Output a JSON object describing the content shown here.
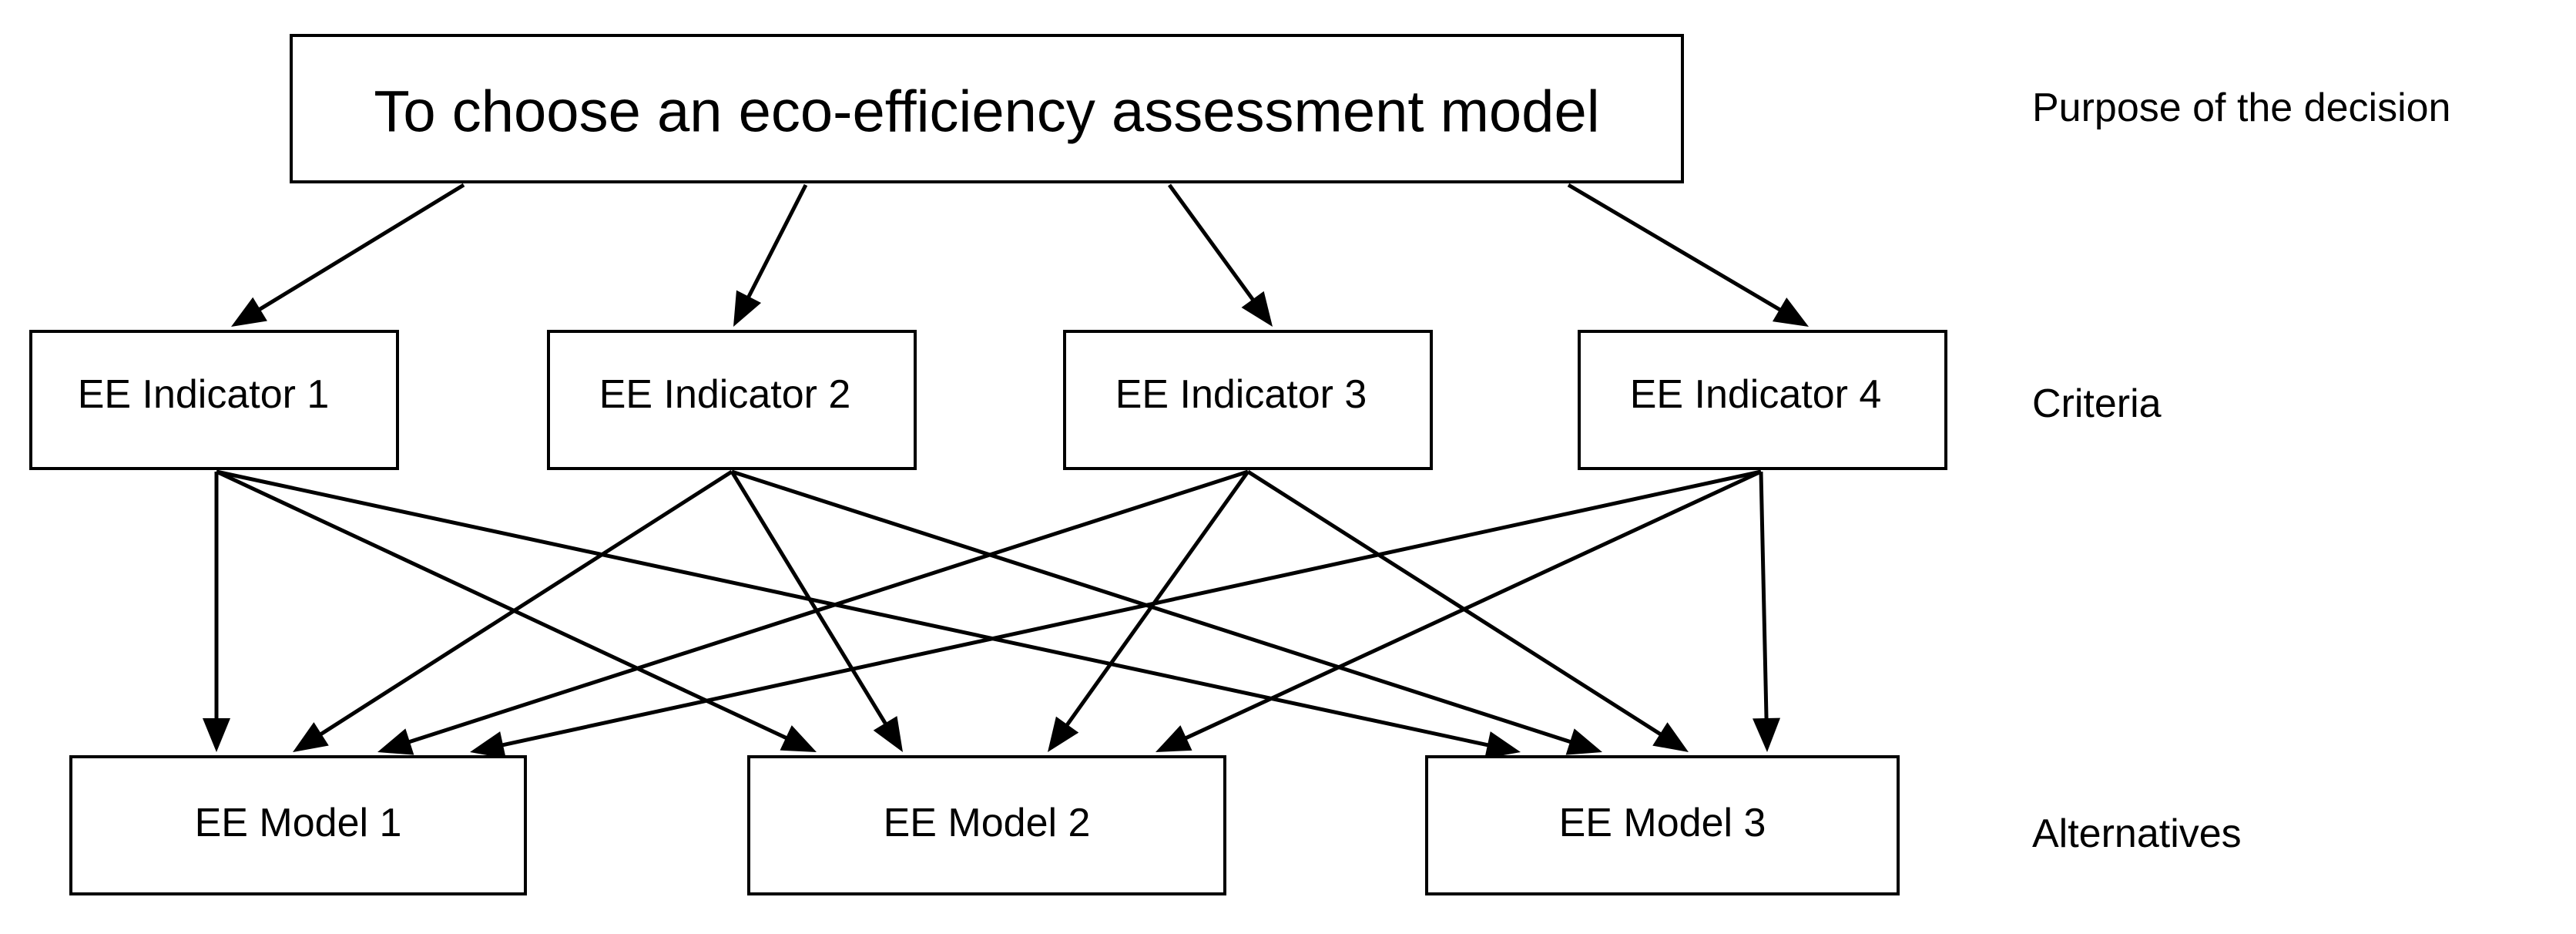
{
  "goal": {
    "label": "To choose an eco-efficiency assessment model"
  },
  "criteria": [
    {
      "label": "EE Indicator 1"
    },
    {
      "label": "EE Indicator 2"
    },
    {
      "label": "EE Indicator 3"
    },
    {
      "label": "EE Indicator 4"
    }
  ],
  "alternatives": [
    {
      "label": "EE Model 1"
    },
    {
      "label": "EE Model 2"
    },
    {
      "label": "EE Model 3"
    }
  ],
  "level_labels": {
    "purpose": "Purpose of the decision",
    "criteria": "Criteria",
    "alternatives": "Alternatives"
  },
  "edges": [
    {
      "from": "goal",
      "to": "criteria.0"
    },
    {
      "from": "goal",
      "to": "criteria.1"
    },
    {
      "from": "goal",
      "to": "criteria.2"
    },
    {
      "from": "goal",
      "to": "criteria.3"
    },
    {
      "from": "criteria.0",
      "to": "alternatives.0"
    },
    {
      "from": "criteria.0",
      "to": "alternatives.1"
    },
    {
      "from": "criteria.0",
      "to": "alternatives.2"
    },
    {
      "from": "criteria.1",
      "to": "alternatives.0"
    },
    {
      "from": "criteria.1",
      "to": "alternatives.1"
    },
    {
      "from": "criteria.1",
      "to": "alternatives.2"
    },
    {
      "from": "criteria.2",
      "to": "alternatives.0"
    },
    {
      "from": "criteria.2",
      "to": "alternatives.1"
    },
    {
      "from": "criteria.2",
      "to": "alternatives.2"
    },
    {
      "from": "criteria.3",
      "to": "alternatives.0"
    },
    {
      "from": "criteria.3",
      "to": "alternatives.1"
    },
    {
      "from": "criteria.3",
      "to": "alternatives.2"
    }
  ]
}
